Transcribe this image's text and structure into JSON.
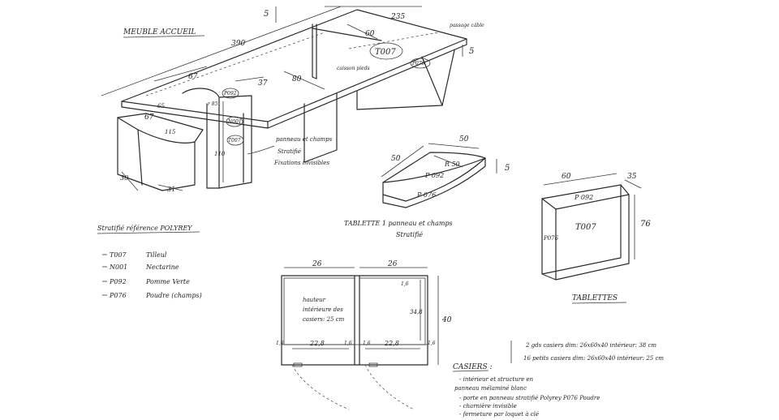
{
  "main_title": "MEUBLE ACCUEIL",
  "counter": {
    "dim_length": "390",
    "dim_top_width": "235",
    "dim_height_left": "5",
    "dim_height_right": "5",
    "dim_60": "60",
    "dim_80": "80",
    "dim_37": "37",
    "dim_67a": "67",
    "dim_67b": "67",
    "dim_65": "65",
    "dim_115": "115",
    "dim_110": "110",
    "dim_r85": "r 85",
    "dim_30": "30",
    "dim_31": "31",
    "label_t007": "T007",
    "label_p076": "P076",
    "label_p092": "P092",
    "label_n001": "N001",
    "label_passage_cable": "passage câble",
    "label_caisson_pieds": "caisson pieds",
    "note_line1": "panneau et champs",
    "note_line2": "Stratifié",
    "note_line3": "Fixations invisibles"
  },
  "legend": {
    "title": "Stratifié référence POLYREY",
    "items": [
      {
        "code": "T007",
        "name": "Tilleul"
      },
      {
        "code": "N001",
        "name": "Nectarine"
      },
      {
        "code": "P092",
        "name": "Pomme Verte"
      },
      {
        "code": "P076",
        "name": "Poudre (champs)"
      }
    ]
  },
  "tablette_quarter": {
    "dim_top": "50",
    "dim_side": "50",
    "dim_radius": "R 50",
    "dim_height": "5",
    "label_top": "P 092",
    "label_edge": "P 076",
    "caption_line1": "TABLETTE 1 panneau et champs",
    "caption_line2": "Stratifié"
  },
  "tablettes": {
    "dim_width": "60",
    "dim_depth": "35",
    "dim_height": "76",
    "label_top": "P 092",
    "label_front": "T007",
    "label_side": "P076",
    "caption": "TABLETTES"
  },
  "casiers_drawing": {
    "dim_w_left": "26",
    "dim_w_right": "26",
    "dim_height": "40",
    "dim_inner_h": "34,8",
    "dim_inner_w_left": "22,8",
    "dim_inner_w_right": "22,8",
    "dim_edge_1": "1,6",
    "dim_edge_2": "1,6",
    "dim_edge_3": "1,6",
    "dim_edge_4": "1,6",
    "dim_edge_5": "1,6",
    "note_line1": "hauteur",
    "note_line2": "intérieure des",
    "note_line3": "casiers: 25 cm"
  },
  "casiers_notes": {
    "spec_line1": "2 gds casiers dim: 26x60x40 intérieur: 38 cm",
    "spec_line2": "16 petits casiers dim: 26x60x40 intérieur: 25 cm",
    "title": "CASIERS :",
    "items": [
      "- intérieur et structure en",
      "panneau mélaminé blanc",
      "- porte en panneau stratifié Polyrey P076 Poudre",
      "- charnière invisible",
      "- fermeture par loquet à clé"
    ]
  }
}
